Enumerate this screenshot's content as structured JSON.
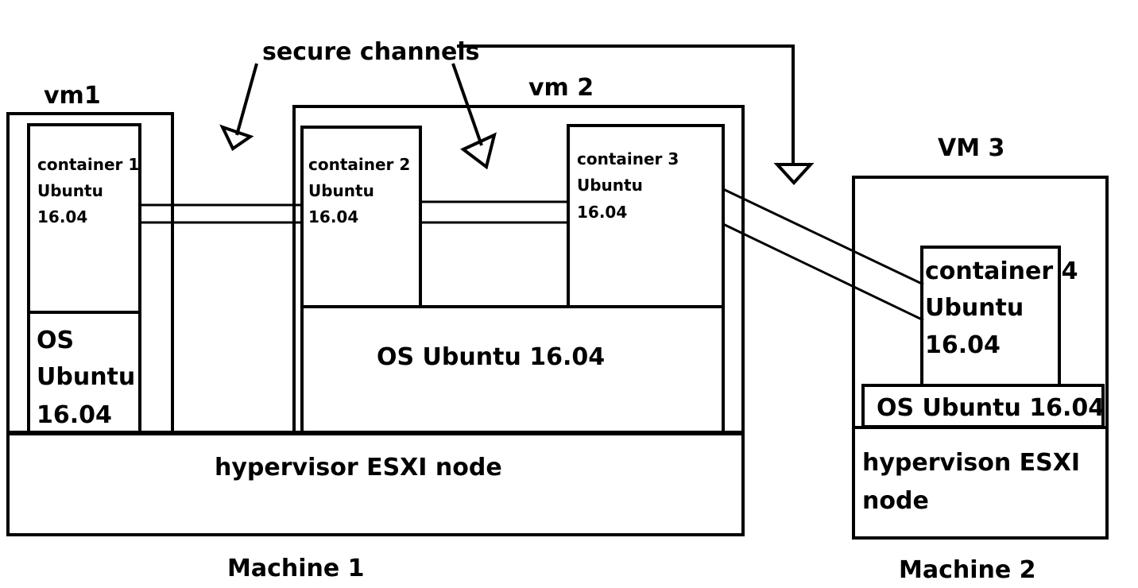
{
  "labels": {
    "secure_channels": "secure channels",
    "vm1": "vm1",
    "vm2": "vm 2",
    "vm3": "VM 3",
    "container1": [
      "container 1",
      "Ubuntu",
      "16.04"
    ],
    "container2": [
      "container 2",
      "Ubuntu",
      "16.04"
    ],
    "container3": [
      "container 3",
      "Ubuntu",
      "16.04"
    ],
    "container4": [
      "container 4",
      "Ubuntu",
      "16.04"
    ],
    "os_vm1": [
      "OS",
      "Ubuntu",
      "16.04"
    ],
    "os_vm2": "OS Ubuntu 16.04",
    "os_vm3": "OS Ubuntu 16.04",
    "hypervisor_machine1": "hypervisor ESXI node",
    "hypervisor_machine2": [
      "hypervison ESXI",
      "node"
    ],
    "machine1": "Machine 1",
    "machine2": "Machine 2"
  },
  "colors": {
    "stroke": "#000000",
    "background": "#ffffff"
  }
}
